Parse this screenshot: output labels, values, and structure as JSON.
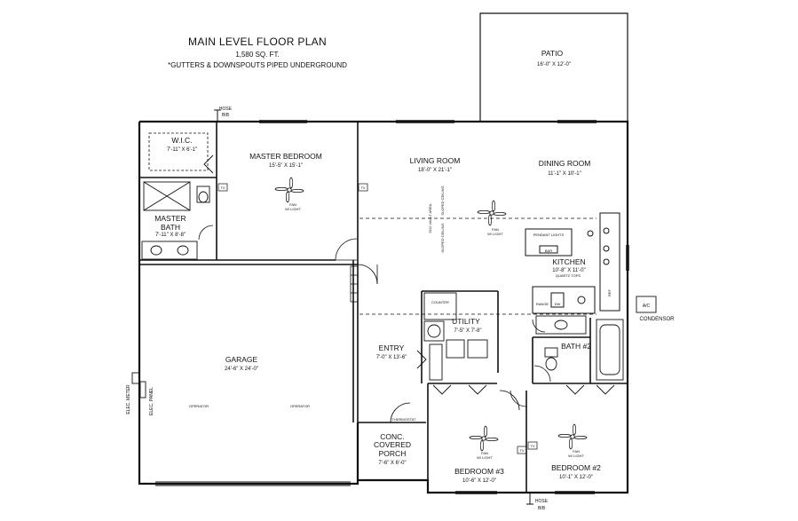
{
  "header": {
    "title": "MAIN LEVEL FLOOR PLAN",
    "area": "1,580 SQ. FT.",
    "note": "*GUTTERS & DOWNSPOUTS PIPED UNDERGROUND"
  },
  "rooms": {
    "patio": {
      "name": "PATIO",
      "dims": "16'-0\" X 12'-0\""
    },
    "wic": {
      "name": "W.I.C.",
      "dims": "7'-11\" X 6'-1\""
    },
    "master_bedroom": {
      "name": "MASTER BEDROOM",
      "dims": "15'-5\" X 15'-1\""
    },
    "living_room": {
      "name": "LIVING ROOM",
      "dims": "18'-0\" X 21'-1\""
    },
    "dining_room": {
      "name": "DINING ROOM",
      "dims": "11'-1\" X 10'-1\""
    },
    "master_bath": {
      "name1": "MASTER",
      "name2": "BATH",
      "dims": "7'-11\" X 8'-8\""
    },
    "kitchen": {
      "name": "KITCHEN",
      "dims": "10'-8\" X 11'-0\""
    },
    "garage": {
      "name": "GARAGE",
      "dims": "24'-6\" X 24'-0\""
    },
    "utility": {
      "name": "UTILITY",
      "dims": "7'-5\" X 7'-8\""
    },
    "entry": {
      "name": "ENTRY",
      "dims": "7'-0\" X 13'-6\""
    },
    "bath2": {
      "name": "BATH #2"
    },
    "porch": {
      "name1": "CONC.",
      "name2": "COVERED",
      "name3": "PORCH",
      "dims": "7'-6\" X 6'-0\""
    },
    "bedroom3": {
      "name": "BEDROOM #3",
      "dims": "10'-6\" X 12'-0\""
    },
    "bedroom2": {
      "name": "BEDROOM #2",
      "dims": "10'-1\" X 12'-0\""
    }
  },
  "labels": {
    "hose_bib_1": "HOSE",
    "hose_bib_2": "BIB",
    "tv": "TV",
    "fan": "FAN",
    "w_light": "W/ LIGHT",
    "vault_1": "5/12 VAULT AREA",
    "vault_2": "SLOPED CEILING",
    "pendant": "PENDANT LIGHTS",
    "quartz": "QUARTZ TOPS",
    "ac": "A/C",
    "condensor": "CONDENSOR",
    "operator": "OPERATOR",
    "elec_meter": "ELEC. METER",
    "elec_panel": "ELEC. PANEL",
    "thermostat": "THERMOSTAT",
    "counter": "COUNTER",
    "dw": "DW",
    "ref": "REF",
    "range": "RANGE",
    "bar": "BAR"
  }
}
